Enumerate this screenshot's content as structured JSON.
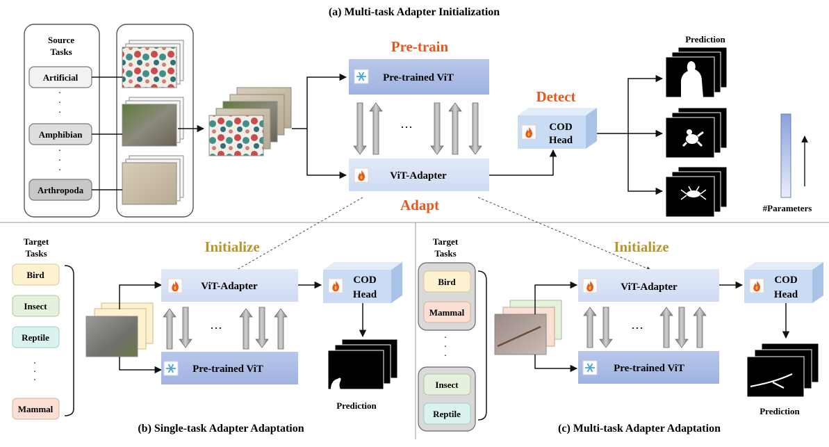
{
  "titles": {
    "a": "(a) Multi-task Adapter Initialization",
    "b": "(b) Single-task Adapter Adaptation",
    "c": "(c) Multi-task Adapter Adaptation"
  },
  "stage_labels": {
    "pretrain": "Pre-train",
    "adapt": "Adapt",
    "detect": "Detect",
    "initialize": "Initialize"
  },
  "modules": {
    "vit": "Pre-trained ViT",
    "adapter": "ViT-Adapter",
    "cod_line1": "COD",
    "cod_line2": "Head",
    "dots": "···"
  },
  "source": {
    "heading_line1": "Source",
    "heading_line2": "Tasks",
    "items": [
      "Artificial",
      "Amphibian",
      "Arthropoda"
    ]
  },
  "target": {
    "heading_line1": "Target",
    "heading_line2": "Tasks",
    "b_items": [
      "Bird",
      "Insect",
      "Reptile",
      "Mammal"
    ],
    "c_group1": [
      "Bird",
      "Mammal"
    ],
    "c_group2": [
      "Insect",
      "Reptile"
    ]
  },
  "prediction_label": "Prediction",
  "params_label": "#Parameters",
  "colors": {
    "orange": "#e8561e",
    "gold": "#b8952a",
    "vit_top": "#aebfe4",
    "adapter_top": "#d8e3f6",
    "cod_front": "#c9dcf4",
    "bird_fill": "#fdf1cf",
    "insect_fill": "#e3f1dd",
    "reptile_fill": "#daf3f0",
    "mammal_fill": "#fadfd2"
  },
  "icons": {
    "frozen": "snowflake-icon",
    "trainable": "flame-icon"
  }
}
